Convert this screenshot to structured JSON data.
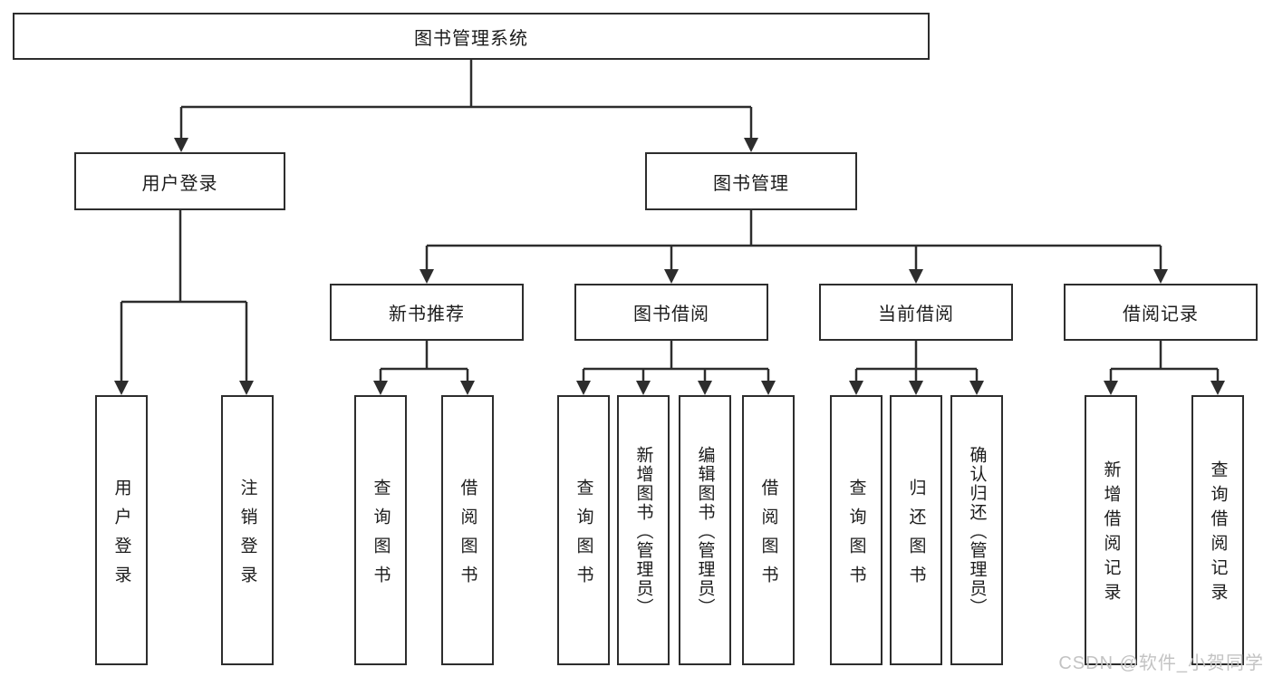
{
  "diagram": {
    "root_label": "图书管理系统",
    "branches": [
      {
        "label": "用户登录",
        "children": [
          {
            "label": "用户登录"
          },
          {
            "label": "注销登录"
          }
        ]
      },
      {
        "label": "图书管理",
        "children": [
          {
            "label": "新书推荐",
            "children": [
              {
                "label": "查询图书"
              },
              {
                "label": "借阅图书"
              }
            ]
          },
          {
            "label": "图书借阅",
            "children": [
              {
                "label": "查询图书"
              },
              {
                "label": "新增图书（管理员）"
              },
              {
                "label": "编辑图书（管理员）"
              },
              {
                "label": "借阅图书"
              }
            ]
          },
          {
            "label": "当前借阅",
            "children": [
              {
                "label": "查询图书"
              },
              {
                "label": "归还图书"
              },
              {
                "label": "确认归还（管理员）"
              }
            ]
          },
          {
            "label": "借阅记录",
            "children": [
              {
                "label": "新增借阅记录"
              },
              {
                "label": "查询借阅记录"
              }
            ]
          }
        ]
      }
    ]
  },
  "watermark": {
    "text": "CSDN @软件_小贺同学"
  },
  "colors": {
    "line": "#2d2d2d",
    "box_border": "#2d2d2d",
    "text": "#1c1c1c",
    "background": "#ffffff",
    "watermark": "#c3c3c3"
  }
}
